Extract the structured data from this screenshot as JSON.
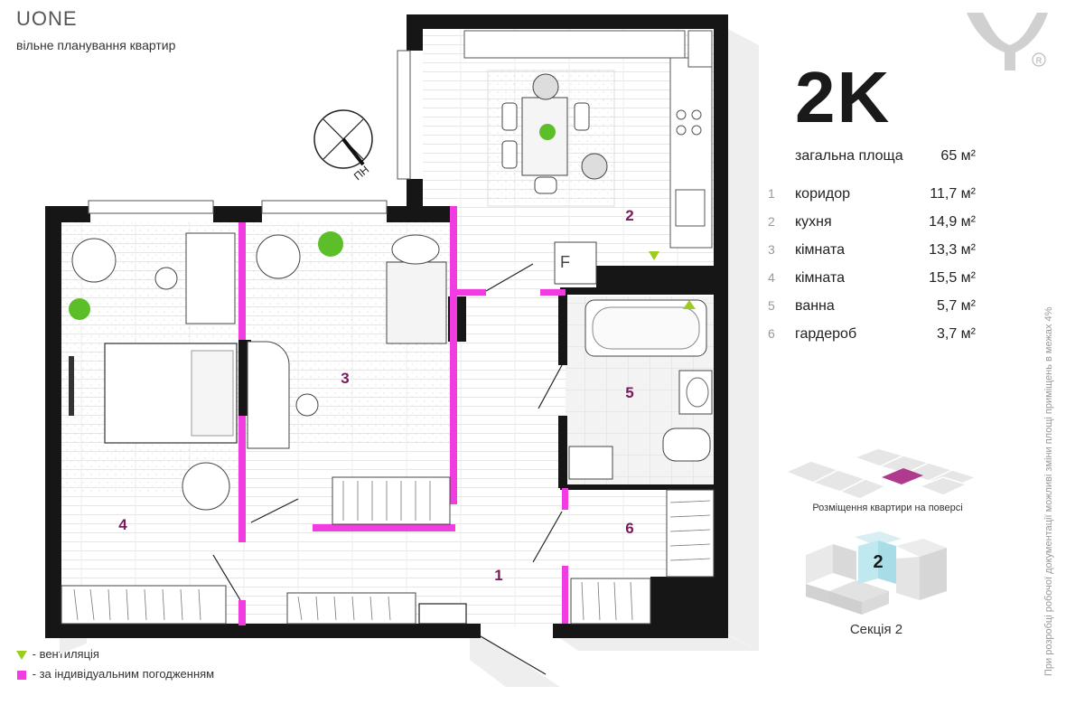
{
  "brand": "UONE",
  "subtitle": "вільне планування квартир",
  "apartment_type": "2K",
  "total_area": {
    "label": "загальна площа",
    "value": "65 м²"
  },
  "rooms": [
    {
      "num": "1",
      "name": "коридор",
      "area": "11,7 м²"
    },
    {
      "num": "2",
      "name": "кухня",
      "area": "14,9 м²"
    },
    {
      "num": "3",
      "name": "кімната",
      "area": "13,3 м²"
    },
    {
      "num": "4",
      "name": "кімната",
      "area": "15,5 м²"
    },
    {
      "num": "5",
      "name": "ванна",
      "area": "5,7 м²"
    },
    {
      "num": "6",
      "name": "гардероб",
      "area": "3,7 м²"
    }
  ],
  "compass_label": "ПН",
  "fridge_label": "F",
  "placement_caption": "Розміщення квартири на поверсі",
  "section_number": "2",
  "section_caption": "Секція 2",
  "legend": [
    {
      "icon": "ventilation-triangle-icon",
      "color": "#9acd1e",
      "text": "- вентиляція"
    },
    {
      "icon": "individual-agreement-square-icon",
      "color": "#f03ce0",
      "text": "- за індивідуальним погодженням"
    }
  ],
  "disclaimer": "При розробці робочої документації можливі зміни площі приміщень в межах 4%",
  "colors": {
    "wall": "#161616",
    "accent": "#f03ce0",
    "room_number": "#7a1a5a",
    "ventilation": "#9acd1e"
  }
}
